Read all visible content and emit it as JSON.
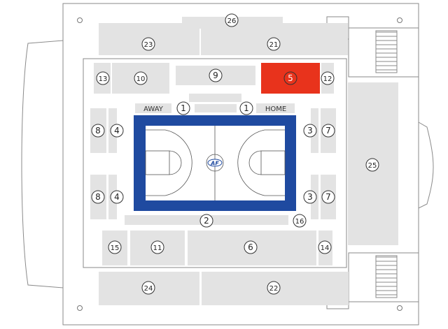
{
  "colors": {
    "block": "#e3e3e3",
    "selected_block": "#e8331c",
    "court_border": "#1f4aa0",
    "court_floor": "#ffffff",
    "outline": "#7d7d7d",
    "label_circle": "#333333"
  },
  "selected_section": "5",
  "court": {
    "logo_text": "AF",
    "away_label": "AWAY",
    "home_label": "HOME"
  },
  "sections": [
    {
      "id": "26",
      "label": "26"
    },
    {
      "id": "23",
      "label": "23"
    },
    {
      "id": "21",
      "label": "21"
    },
    {
      "id": "13",
      "label": "13"
    },
    {
      "id": "10",
      "label": "10"
    },
    {
      "id": "9",
      "label": "9"
    },
    {
      "id": "5",
      "label": "5"
    },
    {
      "id": "12",
      "label": "12"
    },
    {
      "id": "1-away",
      "label": "1"
    },
    {
      "id": "1-home",
      "label": "1"
    },
    {
      "id": "8-top",
      "label": "8"
    },
    {
      "id": "4-top",
      "label": "4"
    },
    {
      "id": "3-top",
      "label": "3"
    },
    {
      "id": "7-top",
      "label": "7"
    },
    {
      "id": "8-bottom",
      "label": "8"
    },
    {
      "id": "4-bottom",
      "label": "4"
    },
    {
      "id": "3-bottom",
      "label": "3"
    },
    {
      "id": "7-bottom",
      "label": "7"
    },
    {
      "id": "25",
      "label": "25"
    },
    {
      "id": "2",
      "label": "2"
    },
    {
      "id": "16",
      "label": "16"
    },
    {
      "id": "15",
      "label": "15"
    },
    {
      "id": "11",
      "label": "11"
    },
    {
      "id": "6",
      "label": "6"
    },
    {
      "id": "14",
      "label": "14"
    },
    {
      "id": "24",
      "label": "24"
    },
    {
      "id": "22",
      "label": "22"
    }
  ]
}
